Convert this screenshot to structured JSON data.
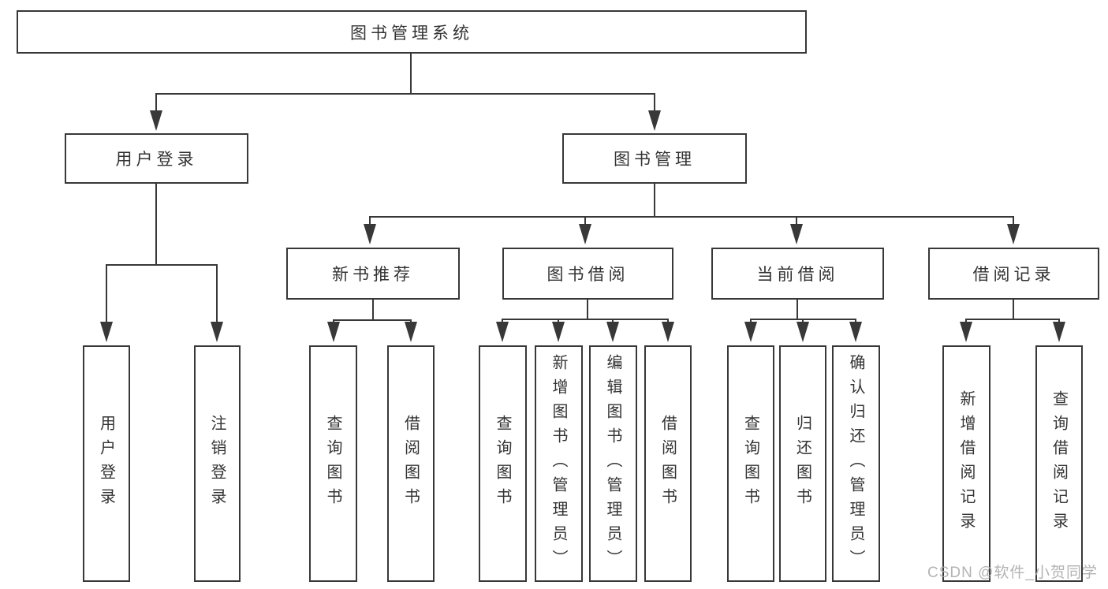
{
  "diagram": {
    "type": "tree",
    "title": "图书管理系统",
    "root": {
      "label": "图书管理系统",
      "children": [
        {
          "label": "用户登录",
          "children": [
            {
              "label": "用户登录"
            },
            {
              "label": "注销登录"
            }
          ]
        },
        {
          "label": "图书管理",
          "children": [
            {
              "label": "新书推荐",
              "children": [
                {
                  "label": "查询图书"
                },
                {
                  "label": "借阅图书"
                }
              ]
            },
            {
              "label": "图书借阅",
              "children": [
                {
                  "label": "查询图书"
                },
                {
                  "label": "新增图书（管理员）"
                },
                {
                  "label": "编辑图书（管理员）"
                },
                {
                  "label": "借阅图书"
                }
              ]
            },
            {
              "label": "当前借阅",
              "children": [
                {
                  "label": "查询图书"
                },
                {
                  "label": "归还图书"
                },
                {
                  "label": "确认归还（管理员）"
                }
              ]
            },
            {
              "label": "借阅记录",
              "children": [
                {
                  "label": "新增借阅记录"
                },
                {
                  "label": "查询借阅记录"
                }
              ]
            }
          ]
        }
      ]
    }
  },
  "watermark": {
    "text": "CSDN @软件_小贺同学"
  },
  "colors": {
    "line": "#383838",
    "box_border": "#383838",
    "text": "#333333",
    "background": "#ffffff",
    "watermark": "#ababab"
  }
}
